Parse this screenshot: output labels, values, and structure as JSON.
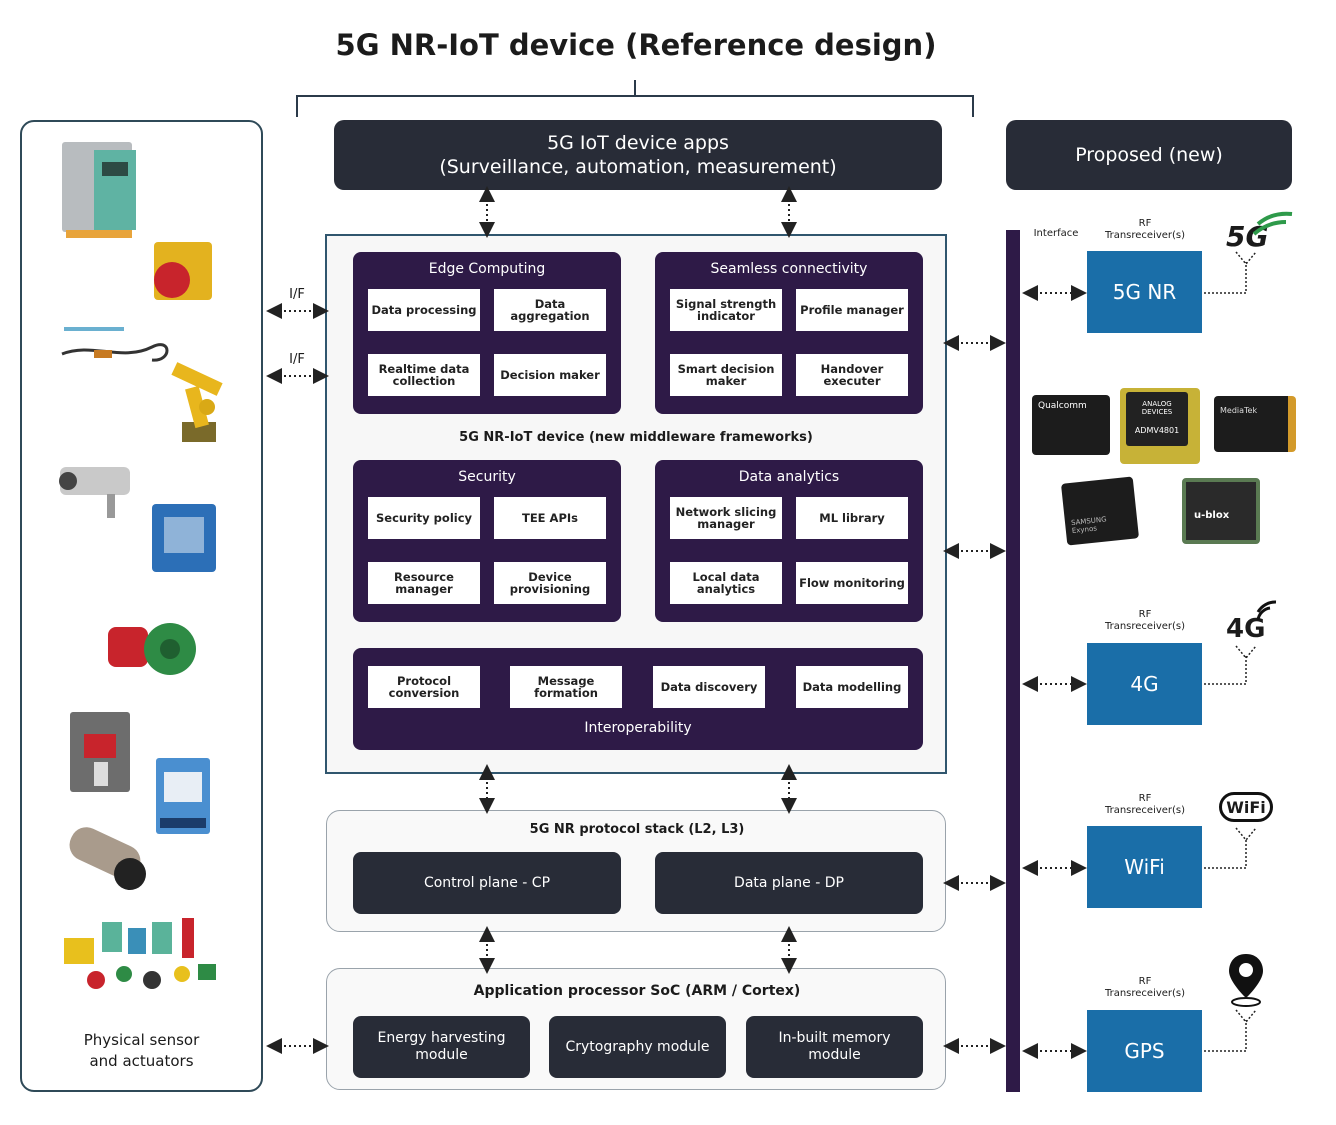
{
  "title": "5G NR-IoT device (Reference design)",
  "apps": {
    "line1": "5G IoT device apps",
    "line2": "(Surveillance, automation, measurement)"
  },
  "proposed": "Proposed (new)",
  "left": {
    "caption_line1": "Physical sensor",
    "caption_line2": "and actuators",
    "if_label": "I/F"
  },
  "middleware_label": "5G NR-IoT device (new middleware frameworks)",
  "groups": {
    "edge": {
      "title": "Edge Computing",
      "items": [
        "Data processing",
        "Data aggregation",
        "Realtime data collection",
        "Decision maker"
      ]
    },
    "seamless": {
      "title": "Seamless connectivity",
      "items": [
        "Signal strength indicator",
        "Profile manager",
        "Smart decision maker",
        "Handover executer"
      ]
    },
    "security": {
      "title": "Security",
      "items": [
        "Security policy",
        "TEE APIs",
        "Resource manager",
        "Device provisioning"
      ]
    },
    "analytics": {
      "title": "Data analytics",
      "items": [
        "Network slicing manager",
        "ML library",
        "Local data analytics",
        "Flow monitoring"
      ]
    },
    "interop": {
      "title": "Interoperability",
      "items": [
        "Protocol conversion",
        "Message formation",
        "Data discovery",
        "Data modelling"
      ]
    }
  },
  "protocol": {
    "title": "5G NR protocol stack (L2, L3)",
    "cp": "Control plane - CP",
    "dp": "Data plane - DP"
  },
  "processor": {
    "title": "Application processor SoC (ARM / Cortex)",
    "energy": "Energy harvesting module",
    "crypto": "Crytography module",
    "memory": "In-built memory module"
  },
  "right": {
    "interface": "Interface",
    "rf": "RF Transreceiver(s)",
    "modules": [
      "5G NR",
      "4G",
      "WiFi",
      "GPS"
    ],
    "logo_5g": "5G",
    "logo_4g": "4G",
    "logo_wifi": "WiFi",
    "chips": [
      "Qualcomm",
      "ANALOG DEVICES",
      "ADMV4801",
      "MediaTek",
      "SAMSUNG Exynos",
      "u-blox"
    ]
  },
  "colors": {
    "dark": "#282c37",
    "purple": "#2e1a47",
    "blue": "#1a6ea8"
  }
}
